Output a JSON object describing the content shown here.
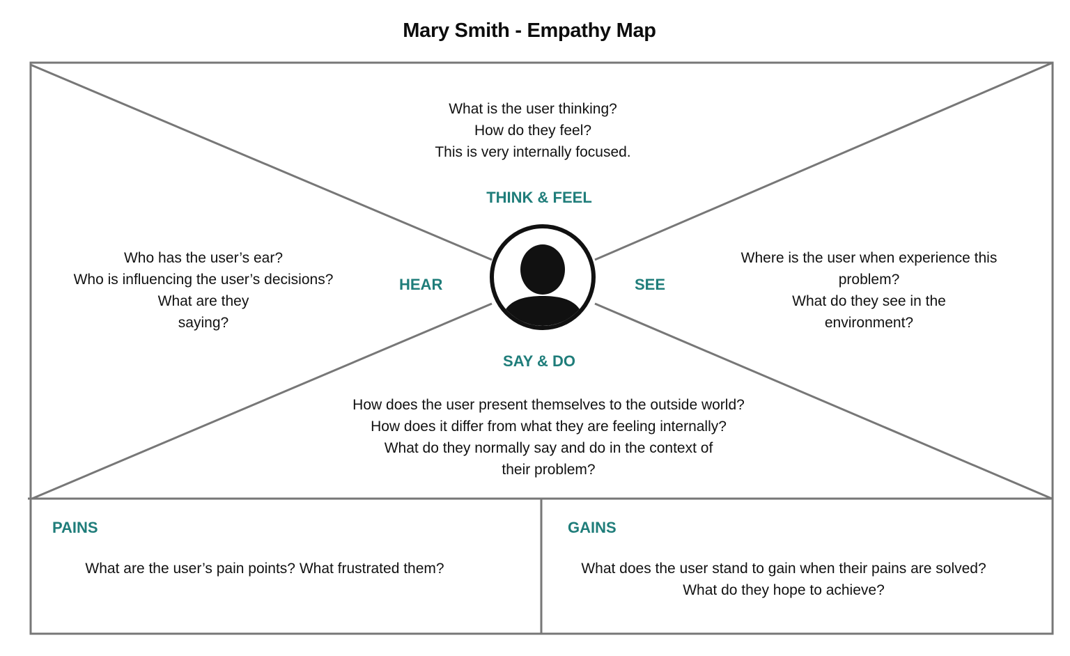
{
  "title": "Mary Smith - Empathy Map",
  "accent_color": "#1f7d7a",
  "line_color": "#777777",
  "avatar_icon": "user-avatar-icon",
  "think_feel": {
    "label": "THINK & FEEL",
    "lines": [
      "What is the user thinking?",
      "How do they feel?",
      "This is very internally focused."
    ]
  },
  "hear": {
    "label": "HEAR",
    "lines": [
      "Who has the user’s ear?",
      "Who is influencing the user’s decisions?",
      "What are they",
      "saying?"
    ]
  },
  "see": {
    "label": "SEE",
    "lines": [
      "Where is the user when experience this",
      "problem?",
      "What do they see in the",
      "environment?"
    ]
  },
  "say_do": {
    "label": "SAY & DO",
    "lines": [
      "How does the user present themselves to the outside world?",
      "How does it differ from what they are feeling internally?",
      "What do they normally say and do in the context of",
      "their problem?"
    ]
  },
  "pains": {
    "label": "PAINS",
    "lines": [
      "What are the user’s pain points? What frustrated them?"
    ]
  },
  "gains": {
    "label": "GAINS",
    "lines": [
      "What does the user stand to gain when their pains are solved?",
      "What do they hope to achieve?"
    ]
  }
}
